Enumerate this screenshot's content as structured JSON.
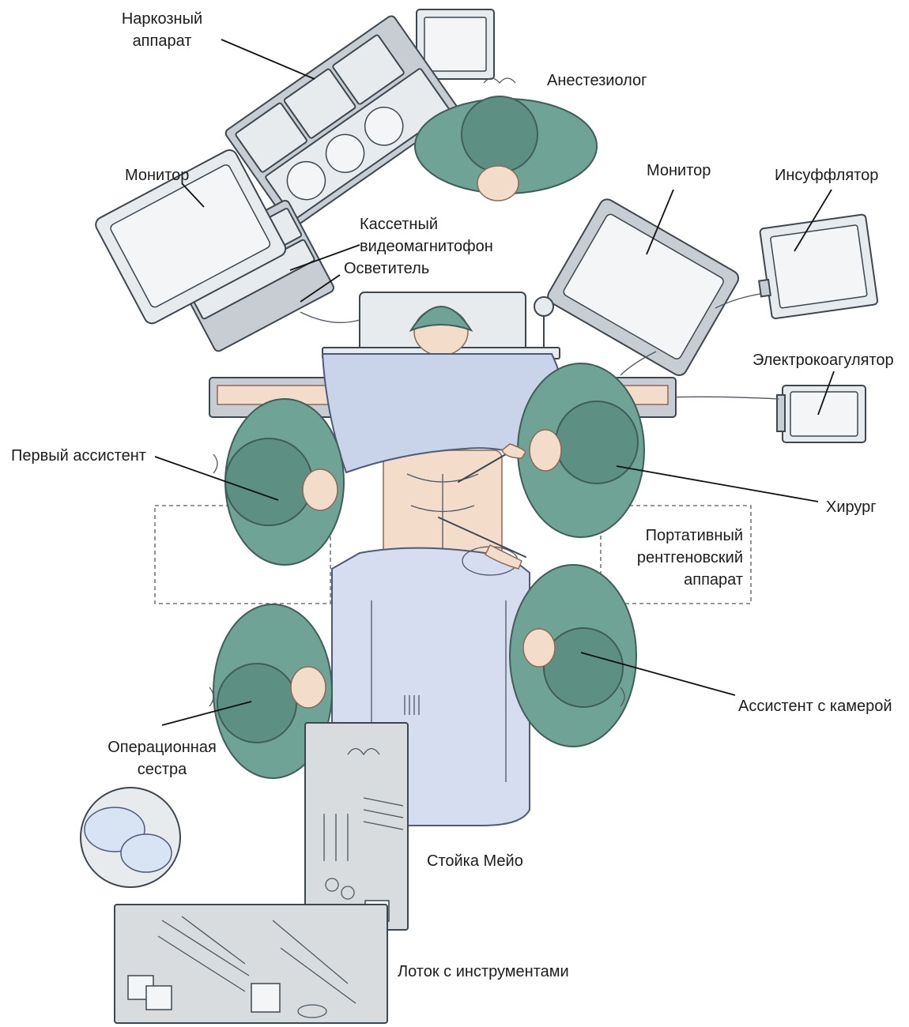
{
  "labels": {
    "anesthesia_machine_1": "Наркозный",
    "anesthesia_machine_2": "аппарат",
    "anesthesiologist": "Анестезиолог",
    "monitor_left": "Монитор",
    "monitor_right": "Монитор",
    "insufflator": "Инсуффлятор",
    "vcr_1": "Кассетный",
    "vcr_2": "видеомагнитофон",
    "light_source": "Осветитель",
    "electrocoagulator": "Электрокоагулятор",
    "first_assistant": "Первый ассистент",
    "surgeon": "Хирург",
    "portable_xray_1": "Портативный",
    "portable_xray_2": "рентгеновский",
    "portable_xray_3": "аппарат",
    "camera_assistant": "Ассистент с камерой",
    "scrub_nurse_1": "Операционная",
    "scrub_nurse_2": "сестра",
    "mayo_stand": "Стойка Мейо",
    "instrument_tray": "Лоток с инструментами"
  }
}
